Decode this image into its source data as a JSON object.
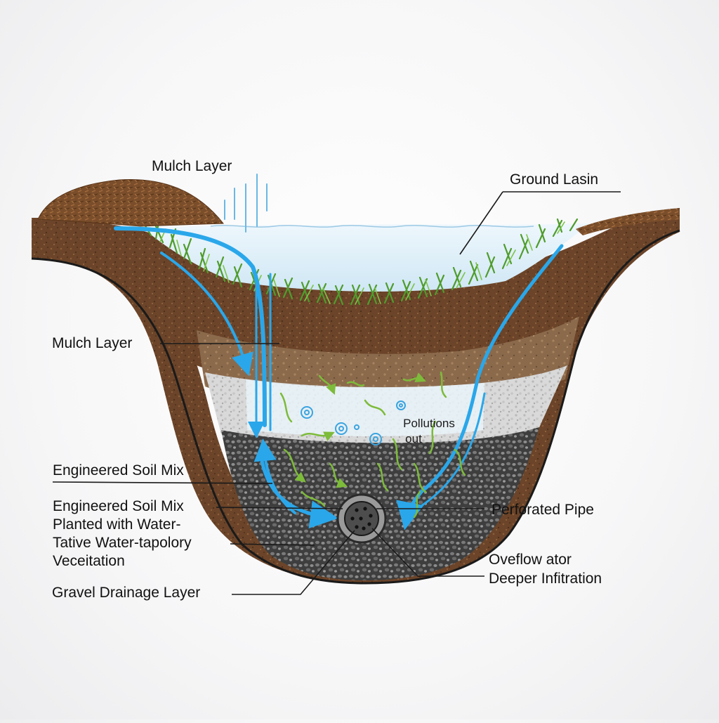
{
  "labels": {
    "mulch_top": "Mulch Layer",
    "ground_basin": "Ground Lasin",
    "mulch_mid": "Mulch Layer",
    "engineered_soil": "Engineered Soil Mix",
    "engineered_planted": [
      "Engineered Soil Mix",
      "Planted with Water-",
      "Tative Water-tapolory",
      "Veceitation"
    ],
    "gravel": "Gravel Drainage Layer",
    "perforated_pipe": "Perforated Pipe",
    "overflow": [
      "Oveflow ator",
      "Deeper Infitration"
    ],
    "pollutions": [
      "Pollutions",
      "out"
    ]
  },
  "colors": {
    "water": "#bfe3f5",
    "flow_arrow": "#2aa7ea",
    "soil": "#6a4328",
    "mulch": "#8a5a34",
    "grass": "#4f9c2c",
    "sand": "#dcdcdc",
    "gravel": "#4a4a4a",
    "pipe": "#707070",
    "pollutant": "#7dbb3a"
  }
}
